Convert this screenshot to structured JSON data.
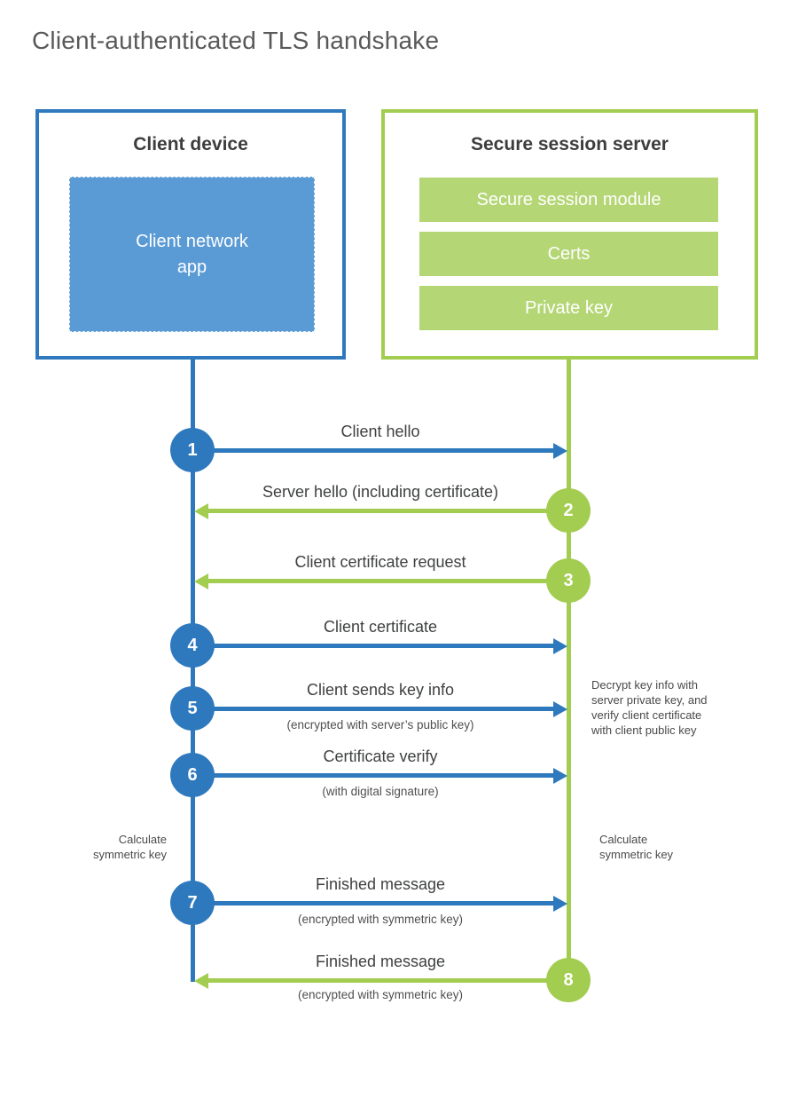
{
  "title": "Client-authenticated TLS handshake",
  "colors": {
    "blue": "#2e79bd",
    "blue_fill": "#5b9bd5",
    "green": "#a3cd50",
    "green_fill": "#b4d675"
  },
  "client_box": {
    "title": "Client device",
    "app_label": "Client network\napp"
  },
  "server_box": {
    "title": "Secure session server",
    "modules": [
      "Secure session module",
      "Certs",
      "Private key"
    ]
  },
  "steps": [
    {
      "num": "1",
      "actor": "client",
      "direction": "right",
      "label": "Client hello",
      "sub": ""
    },
    {
      "num": "2",
      "actor": "server",
      "direction": "left",
      "label": "Server hello (including certificate)",
      "sub": ""
    },
    {
      "num": "3",
      "actor": "server",
      "direction": "left",
      "label": "Client certificate request",
      "sub": ""
    },
    {
      "num": "4",
      "actor": "client",
      "direction": "right",
      "label": "Client certificate",
      "sub": ""
    },
    {
      "num": "5",
      "actor": "client",
      "direction": "right",
      "label": "Client sends key info",
      "sub": "(encrypted with server’s public key)"
    },
    {
      "num": "6",
      "actor": "client",
      "direction": "right",
      "label": "Certificate verify",
      "sub": "(with digital signature)"
    },
    {
      "num": "7",
      "actor": "client",
      "direction": "right",
      "label": "Finished message",
      "sub": "(encrypted with symmetric key)"
    },
    {
      "num": "8",
      "actor": "server",
      "direction": "left",
      "label": "Finished message",
      "sub": "(encrypted with symmetric key)"
    }
  ],
  "notes": {
    "decrypt": "Decrypt key info with\nserver private key, and\nverify client certificate\nwith client public key",
    "calc_left": "Calculate\nsymmetric key",
    "calc_right": "Calculate\nsymmetric key"
  }
}
